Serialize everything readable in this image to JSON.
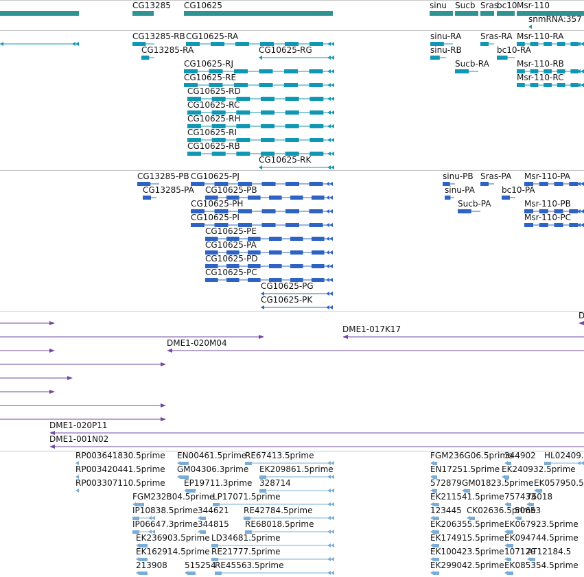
{
  "colors": {
    "gene": "#2f9393",
    "transcript_a": "#0f97b3",
    "transcript_b": "#2e63c4",
    "clone": "#6f4aa1",
    "est": "#79acd6",
    "divider": "#c6c6c6"
  },
  "tracks": [
    {
      "key": "genes",
      "color_key": "gene",
      "features": [
        {
          "label": "",
          "start": 0,
          "end": 115,
          "type": "block"
        },
        {
          "label": "CG13285",
          "start": 193,
          "end": 224,
          "type": "block"
        },
        {
          "label": "CG10625",
          "start": 268,
          "end": 485,
          "type": "block"
        },
        {
          "label": "sinu",
          "start": 626,
          "end": 660,
          "type": "block"
        },
        {
          "label": "Sucb",
          "start": 663,
          "end": 697,
          "type": "block"
        },
        {
          "label": "Sras",
          "start": 700,
          "end": 720,
          "type": "block"
        },
        {
          "label": "bc10",
          "start": 724,
          "end": 750,
          "type": "block"
        },
        {
          "label": "Msr-110",
          "start": 753,
          "end": 851,
          "type": "block"
        },
        {
          "label": "snmRNA:357",
          "start": 770,
          "end": 775,
          "type": "tick"
        }
      ]
    },
    {
      "key": "transcripts-a",
      "color_key": "transcript_a",
      "features": [
        {
          "label": "",
          "start": 0,
          "end": 115,
          "type": "line"
        },
        {
          "label": "CG13285-RB",
          "start": 193,
          "end": 225,
          "type": "gene"
        },
        {
          "label": "CG10625-RA",
          "start": 271,
          "end": 487,
          "type": "gene"
        },
        {
          "label": "sinu-RA",
          "start": 627,
          "end": 660,
          "type": "gene"
        },
        {
          "label": "Sras-RA",
          "start": 700,
          "end": 720,
          "type": "gene"
        },
        {
          "label": "Msr-110-RA",
          "start": 753,
          "end": 851,
          "type": "gene"
        },
        {
          "label": "CG13285-RA",
          "start": 206,
          "end": 225,
          "type": "gene"
        },
        {
          "label": "CG10625-RG",
          "start": 377,
          "end": 487,
          "type": "line"
        },
        {
          "label": "sinu-RB",
          "start": 627,
          "end": 650,
          "type": "gene"
        },
        {
          "label": "bc10-RA",
          "start": 724,
          "end": 750,
          "type": "gene"
        },
        {
          "label": "CG10625-RJ",
          "start": 268,
          "end": 487,
          "type": "gene"
        },
        {
          "label": "Sucb-RA",
          "start": 663,
          "end": 697,
          "type": "gene"
        },
        {
          "label": "Msr-110-RB",
          "start": 753,
          "end": 851,
          "type": "gene"
        },
        {
          "label": "CG10625-RE",
          "start": 268,
          "end": 487,
          "type": "gene"
        },
        {
          "label": "Msr-110-RC",
          "start": 753,
          "end": 851,
          "type": "gene"
        },
        {
          "label": "CG10625-RD",
          "start": 273,
          "end": 487,
          "type": "gene"
        },
        {
          "label": "CG10625-RC",
          "start": 273,
          "end": 487,
          "type": "gene"
        },
        {
          "label": "CG10625-RH",
          "start": 273,
          "end": 487,
          "type": "gene"
        },
        {
          "label": "CG10625-RI",
          "start": 273,
          "end": 487,
          "type": "gene"
        },
        {
          "label": "CG10625-RB",
          "start": 273,
          "end": 487,
          "type": "gene"
        },
        {
          "label": "CG10625-RK",
          "start": 377,
          "end": 487,
          "type": "line"
        }
      ]
    },
    {
      "key": "transcripts-b",
      "color_key": "transcript_b",
      "features": [
        {
          "label": "CG13285-PB",
          "start": 200,
          "end": 232,
          "type": "gene"
        },
        {
          "label": "CG10625-PJ",
          "start": 278,
          "end": 485,
          "type": "gene"
        },
        {
          "label": "sinu-PB",
          "start": 645,
          "end": 663,
          "type": "gene"
        },
        {
          "label": "Sras-PA",
          "start": 700,
          "end": 720,
          "type": "gene"
        },
        {
          "label": "Msr-110-PA",
          "start": 764,
          "end": 851,
          "type": "gene"
        },
        {
          "label": "CG13285-PA",
          "start": 208,
          "end": 228,
          "type": "gene"
        },
        {
          "label": "CG10625-PB",
          "start": 299,
          "end": 485,
          "type": "gene"
        },
        {
          "label": "sinu-PA",
          "start": 648,
          "end": 662,
          "type": "gene"
        },
        {
          "label": "bc10-PA",
          "start": 731,
          "end": 751,
          "type": "gene"
        },
        {
          "label": "CG10625-PH",
          "start": 278,
          "end": 485,
          "type": "gene"
        },
        {
          "label": "Sucb-PA",
          "start": 667,
          "end": 700,
          "type": "gene"
        },
        {
          "label": "Msr-110-PB",
          "start": 764,
          "end": 851,
          "type": "gene"
        },
        {
          "label": "CG10625-PI",
          "start": 278,
          "end": 485,
          "type": "gene"
        },
        {
          "label": "Msr-110-PC",
          "start": 764,
          "end": 851,
          "type": "gene"
        },
        {
          "label": "CG10625-PE",
          "start": 299,
          "end": 485,
          "type": "gene"
        },
        {
          "label": "CG10625-PA",
          "start": 299,
          "end": 485,
          "type": "gene"
        },
        {
          "label": "CG10625-PD",
          "start": 299,
          "end": 485,
          "type": "gene"
        },
        {
          "label": "CG10625-PC",
          "start": 299,
          "end": 485,
          "type": "gene"
        },
        {
          "label": "CG10625-PG",
          "start": 380,
          "end": 485,
          "type": "line"
        },
        {
          "label": "CG10625-PK",
          "start": 380,
          "end": 485,
          "type": "line"
        }
      ]
    },
    {
      "key": "clones",
      "color_key": "clone",
      "features": [
        {
          "label": "",
          "start": 0,
          "end": 80,
          "type": "clone-right"
        },
        {
          "label": "D",
          "start": 843,
          "end": 851,
          "type": "clone-left"
        },
        {
          "label": "",
          "start": 0,
          "end": 385,
          "type": "clone-right"
        },
        {
          "label": "DME1-017K17",
          "start": 499,
          "end": 851,
          "type": "clone-left"
        },
        {
          "label": "",
          "start": 0,
          "end": 80,
          "type": "clone-right"
        },
        {
          "label": "DME1-020M04",
          "start": 243,
          "end": 851,
          "type": "clone-left"
        },
        {
          "label": "",
          "start": 0,
          "end": 242,
          "type": "clone-right"
        },
        {
          "label": "",
          "start": 0,
          "end": 106,
          "type": "clone-right"
        },
        {
          "label": "",
          "start": 0,
          "end": 80,
          "type": "clone-right"
        },
        {
          "label": "",
          "start": 0,
          "end": 242,
          "type": "clone-right"
        },
        {
          "label": "",
          "start": 0,
          "end": 242,
          "type": "clone-right"
        },
        {
          "label": "DME1-020P11",
          "start": 72,
          "end": 851,
          "type": "clone-left"
        },
        {
          "label": "DME1-001N02",
          "start": 72,
          "end": 851,
          "type": "clone-left"
        }
      ]
    },
    {
      "key": "ests",
      "color_key": "est",
      "features": [
        {
          "label": "RP003641830.5prime",
          "start": 110,
          "end": 114,
          "type": "est"
        },
        {
          "label": "EN00461.5prime",
          "start": 258,
          "end": 275,
          "type": "est"
        },
        {
          "label": "RE67413.5prime",
          "start": 357,
          "end": 487,
          "type": "est"
        },
        {
          "label": "FGM236G06.5prime",
          "start": 627,
          "end": 637,
          "type": "est"
        },
        {
          "label": "344902",
          "start": 735,
          "end": 745,
          "type": "est"
        },
        {
          "label": "HL02409.",
          "start": 793,
          "end": 851,
          "type": "est"
        },
        {
          "label": "RP003420441.5prime",
          "start": 110,
          "end": 114,
          "type": "est"
        },
        {
          "label": "GM04306.3prime",
          "start": 258,
          "end": 275,
          "type": "est"
        },
        {
          "label": "EK209861.5prime",
          "start": 378,
          "end": 487,
          "type": "est"
        },
        {
          "label": "EN17251.5prime",
          "start": 627,
          "end": 637,
          "type": "est"
        },
        {
          "label": "EK240932.5prime",
          "start": 731,
          "end": 742,
          "type": "est"
        },
        {
          "label": "RP003307110.5prime",
          "start": 110,
          "end": 114,
          "type": "est"
        },
        {
          "label": "EP19711.3prime",
          "start": 268,
          "end": 285,
          "type": "est"
        },
        {
          "label": "328714",
          "start": 378,
          "end": 487,
          "type": "est"
        },
        {
          "label": "572879",
          "start": 627,
          "end": 637,
          "type": "est"
        },
        {
          "label": "GM01823.5prime",
          "start": 673,
          "end": 685,
          "type": "est"
        },
        {
          "label": "EK057950.5",
          "start": 778,
          "end": 790,
          "type": "est"
        },
        {
          "label": "FGM232B04.5prime",
          "start": 193,
          "end": 210,
          "type": "est"
        },
        {
          "label": "LP17071.5prime",
          "start": 310,
          "end": 487,
          "type": "est"
        },
        {
          "label": "EK211541.5prime",
          "start": 627,
          "end": 640,
          "type": "est"
        },
        {
          "label": "757433",
          "start": 735,
          "end": 745,
          "type": "est"
        },
        {
          "label": "76018",
          "start": 767,
          "end": 778,
          "type": "est"
        },
        {
          "label": "IP10838.5prime",
          "start": 193,
          "end": 226,
          "type": "est"
        },
        {
          "label": "344621",
          "start": 288,
          "end": 300,
          "type": "est"
        },
        {
          "label": "RE42784.5prime",
          "start": 355,
          "end": 487,
          "type": "est"
        },
        {
          "label": "123445",
          "start": 627,
          "end": 640,
          "type": "est"
        },
        {
          "label": "CK02636.5prime",
          "start": 680,
          "end": 692,
          "type": "est"
        },
        {
          "label": "50653",
          "start": 750,
          "end": 760,
          "type": "est"
        },
        {
          "label": "IP06647.3prime",
          "start": 193,
          "end": 226,
          "type": "est"
        },
        {
          "label": "344815",
          "start": 288,
          "end": 300,
          "type": "est"
        },
        {
          "label": "RE68018.5prime",
          "start": 357,
          "end": 487,
          "type": "est"
        },
        {
          "label": "EK206355.5prime",
          "start": 627,
          "end": 640,
          "type": "est"
        },
        {
          "label": "EK067923.5prime",
          "start": 735,
          "end": 748,
          "type": "est"
        },
        {
          "label": "EK236903.5prime",
          "start": 198,
          "end": 215,
          "type": "est"
        },
        {
          "label": "LD34681.5prime",
          "start": 308,
          "end": 487,
          "type": "est"
        },
        {
          "label": "EK174915.5prime",
          "start": 627,
          "end": 640,
          "type": "est"
        },
        {
          "label": "EK094744.5prime",
          "start": 735,
          "end": 748,
          "type": "est"
        },
        {
          "label": "EK162914.5prime",
          "start": 198,
          "end": 215,
          "type": "est"
        },
        {
          "label": "RE21777.5prime",
          "start": 308,
          "end": 487,
          "type": "est"
        },
        {
          "label": "EK100423.5prime",
          "start": 627,
          "end": 640,
          "type": "est"
        },
        {
          "label": "107129",
          "start": 735,
          "end": 745,
          "type": "est"
        },
        {
          "label": "AT12184.5",
          "start": 768,
          "end": 780,
          "type": "est"
        },
        {
          "label": "213908",
          "start": 198,
          "end": 215,
          "type": "est"
        },
        {
          "label": "515254",
          "start": 269,
          "end": 285,
          "type": "est"
        },
        {
          "label": "RE45563.5prime",
          "start": 313,
          "end": 487,
          "type": "est"
        },
        {
          "label": "EK299042.5prime",
          "start": 627,
          "end": 640,
          "type": "est"
        },
        {
          "label": "EK085354.5prime",
          "start": 735,
          "end": 748,
          "type": "est"
        }
      ]
    }
  ]
}
